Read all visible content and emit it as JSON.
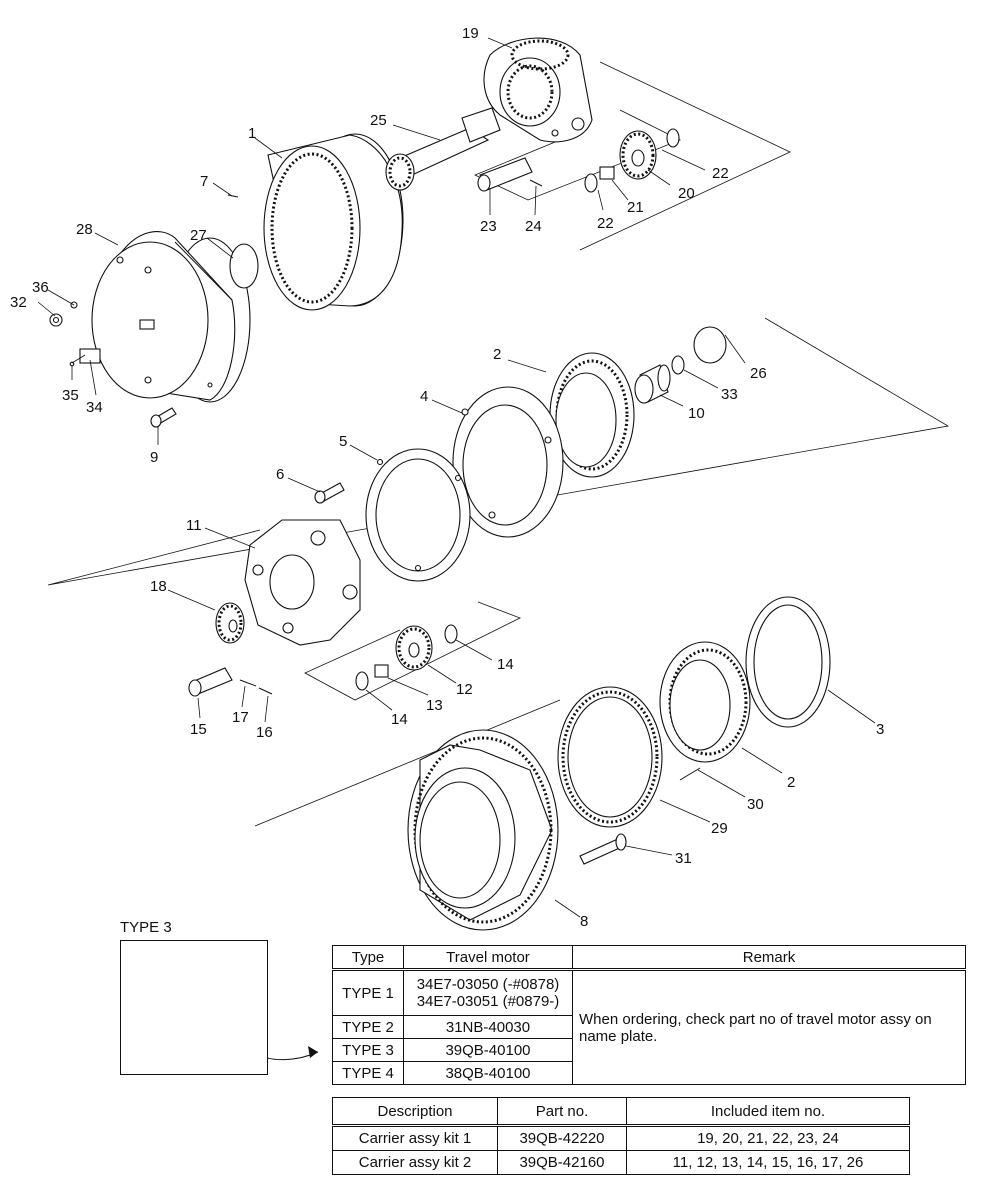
{
  "callouts": {
    "c1": "1",
    "c2a": "2",
    "c2b": "2",
    "c3": "3",
    "c4": "4",
    "c5": "5",
    "c6": "6",
    "c7": "7",
    "c8": "8",
    "c9": "9",
    "c10": "10",
    "c11": "11",
    "c12": "12",
    "c13": "13",
    "c14a": "14",
    "c14b": "14",
    "c15": "15",
    "c16": "16",
    "c17": "17",
    "c18": "18",
    "c19": "19",
    "c20": "20",
    "c21": "21",
    "c22a": "22",
    "c22b": "22",
    "c23": "23",
    "c24": "24",
    "c25": "25",
    "c26": "26",
    "c27": "27",
    "c28": "28",
    "c29": "29",
    "c30": "30",
    "c31": "31",
    "c32": "32",
    "c33": "33",
    "c34": "34",
    "c35": "35",
    "c36": "36"
  },
  "type3_label": "TYPE 3",
  "type_table": {
    "headers": {
      "type": "Type",
      "travel_motor": "Travel motor",
      "remark": "Remark"
    },
    "rows": [
      {
        "type": "TYPE 1",
        "motor_line1": "34E7-03050 (-#0878)",
        "motor_line2": "34E7-03051 (#0879-)"
      },
      {
        "type": "TYPE 2",
        "motor_line1": "31NB-40030"
      },
      {
        "type": "TYPE 3",
        "motor_line1": "39QB-40100"
      },
      {
        "type": "TYPE 4",
        "motor_line1": "38QB-40100"
      }
    ],
    "remark": "When ordering, check part no of travel motor assy on name plate."
  },
  "kit_table": {
    "headers": {
      "description": "Description",
      "part_no": "Part no.",
      "included": "Included item no."
    },
    "rows": [
      {
        "description": "Carrier assy kit 1",
        "part_no": "39QB-42220",
        "included": "19, 20, 21, 22, 23, 24"
      },
      {
        "description": "Carrier assy kit 2",
        "part_no": "39QB-42160",
        "included": "11, 12, 13, 14, 15, 16, 17, 26"
      }
    ]
  }
}
